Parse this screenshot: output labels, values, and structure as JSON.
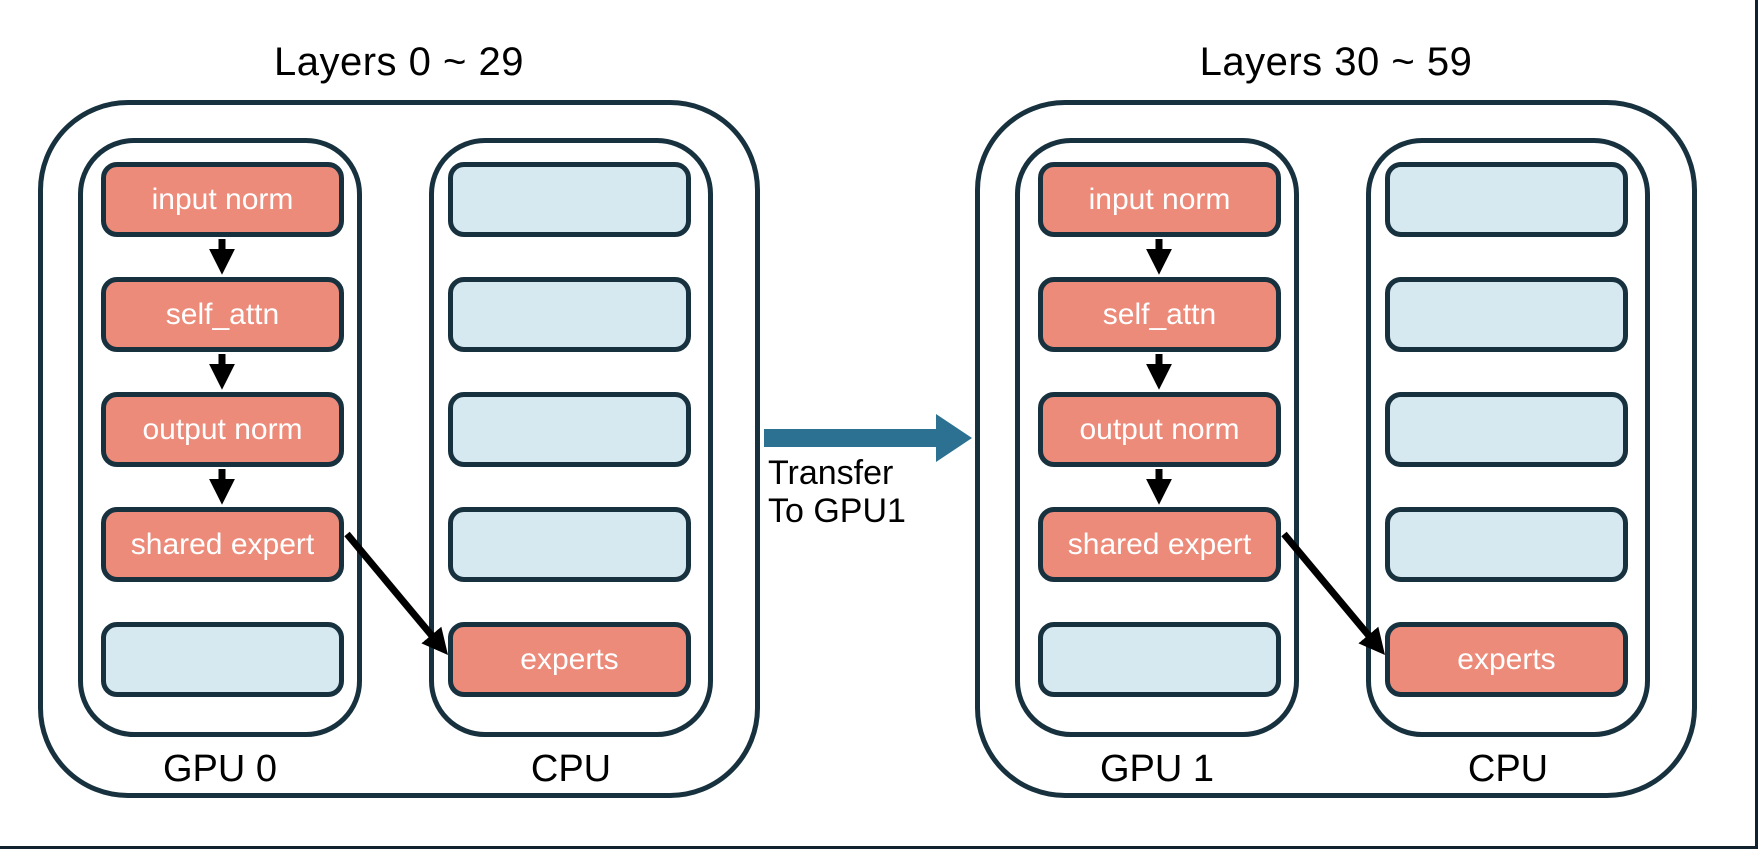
{
  "colors": {
    "module_fill": "#EC8B7A",
    "slot_fill": "#D7E9F0",
    "border": "#17313F",
    "connector": "#000000",
    "transfer_arrow": "#2C7191",
    "canvas_edge": "#10222E"
  },
  "transfer": {
    "line1": "Transfer",
    "line2": "To GPU1"
  },
  "groups": [
    {
      "title": "Layers 0 ~ 29",
      "gpu": {
        "label": "GPU 0",
        "boxes": [
          {
            "label": "input norm",
            "type": "module"
          },
          {
            "label": "self_attn",
            "type": "module"
          },
          {
            "label": "output norm",
            "type": "module"
          },
          {
            "label": "shared expert",
            "type": "module"
          },
          {
            "label": "",
            "type": "empty"
          }
        ]
      },
      "cpu": {
        "label": "CPU",
        "boxes": [
          {
            "label": "",
            "type": "empty"
          },
          {
            "label": "",
            "type": "empty"
          },
          {
            "label": "",
            "type": "empty"
          },
          {
            "label": "",
            "type": "empty"
          },
          {
            "label": "experts",
            "type": "module"
          }
        ]
      }
    },
    {
      "title": "Layers 30 ~ 59",
      "gpu": {
        "label": "GPU 1",
        "boxes": [
          {
            "label": "input norm",
            "type": "module"
          },
          {
            "label": "self_attn",
            "type": "module"
          },
          {
            "label": "output norm",
            "type": "module"
          },
          {
            "label": "shared expert",
            "type": "module"
          },
          {
            "label": "",
            "type": "empty"
          }
        ]
      },
      "cpu": {
        "label": "CPU",
        "boxes": [
          {
            "label": "",
            "type": "empty"
          },
          {
            "label": "",
            "type": "empty"
          },
          {
            "label": "",
            "type": "empty"
          },
          {
            "label": "",
            "type": "empty"
          },
          {
            "label": "experts",
            "type": "module"
          }
        ]
      }
    }
  ]
}
